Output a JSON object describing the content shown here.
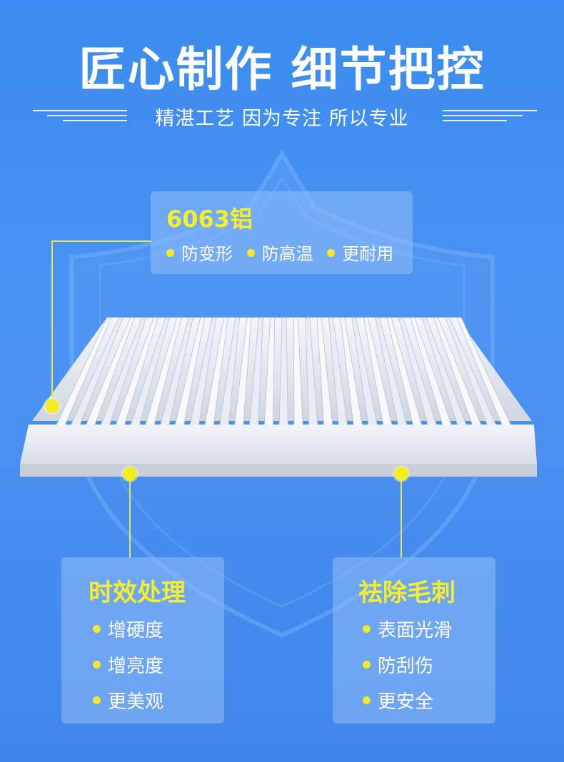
{
  "header": {
    "title": "匠心制作 细节把控",
    "subtitle": "精湛工艺 因为专注 所以专业"
  },
  "top_card": {
    "title": "6063铝",
    "items": [
      "防变形",
      "防高温",
      "更耐用"
    ]
  },
  "left_card": {
    "title": "时效处理",
    "items": [
      "增硬度",
      "增亮度",
      "更美观"
    ]
  },
  "right_card": {
    "title": "祛除毛刺",
    "items": [
      "表面光滑",
      "防刮伤",
      "更安全"
    ]
  },
  "colors": {
    "background": "#4a93f2",
    "accent_yellow": "#f3e82a",
    "text": "#ffffff"
  },
  "icons": {
    "background_shape": "shield-icon",
    "product": "heatsink-image",
    "bullet": "dot-icon"
  }
}
